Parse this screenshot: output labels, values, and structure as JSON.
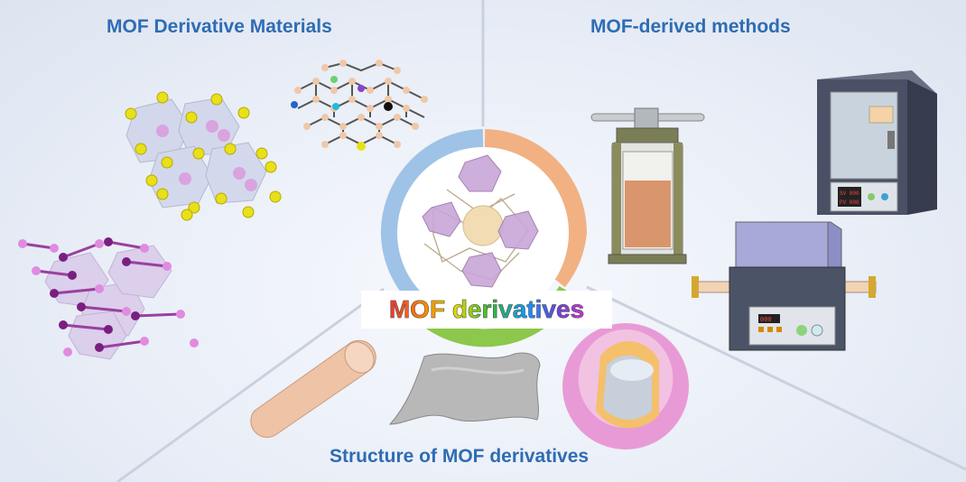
{
  "labels": {
    "materials": "MOF Derivative Materials",
    "methods": "MOF-derived methods",
    "structure": "Structure of  MOF derivatives",
    "center": "MOF derivatives"
  },
  "furnace_display": {
    "line1": "SV 000",
    "line2": "PV 000",
    "tube_display": "000"
  },
  "ring_colors": {
    "blue": "#9fc3e6",
    "orange": "#f2b183",
    "green": "#8cc84b"
  }
}
